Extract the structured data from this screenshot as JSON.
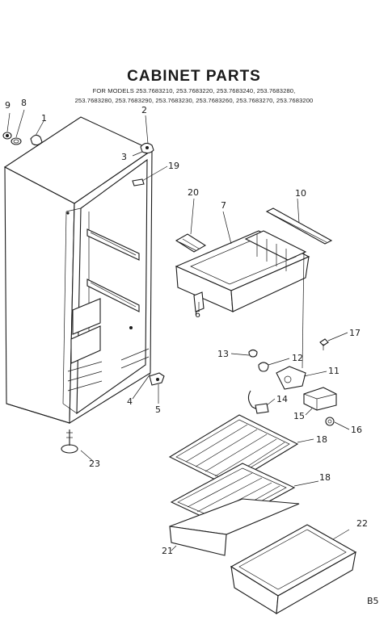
{
  "title": "CABINET PARTS",
  "models_line1": "FOR MODELS 253.7683210, 253.7683220, 253.7683240, 253.7683280,",
  "models_line2": "253.7683280, 253.7683290, 253.7683230, 253.7683260, 253.7683270, 253.7683200",
  "page_code": "B5",
  "callouts": [
    "1",
    "2",
    "3",
    "4",
    "5",
    "6",
    "7",
    "8",
    "9",
    "10",
    "11",
    "12",
    "13",
    "14",
    "15",
    "16",
    "17",
    "18",
    "18",
    "19",
    "20",
    "21",
    "22",
    "23"
  ]
}
